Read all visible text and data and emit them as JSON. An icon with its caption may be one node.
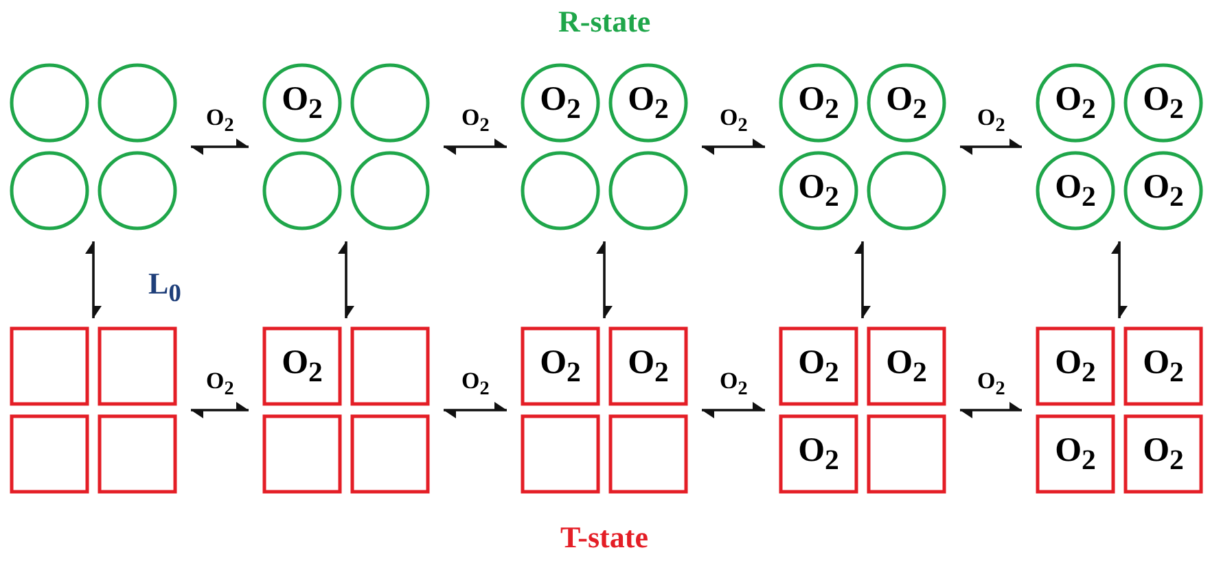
{
  "diagram": {
    "nodes": [
      {
        "text": [],
        "shape": "group"
      },
      {
        "text": [],
        "shape": "circle",
        "in": 0
      },
      {
        "text": [],
        "shape": "circle",
        "in": 0
      },
      {
        "text": [],
        "shape": "circle",
        "in": 0
      },
      {
        "text": [],
        "shape": "circle",
        "in": 0
      },
      {
        "text": [],
        "shape": "group"
      },
      {
        "text": [
          "O$_{2}$"
        ],
        "in": 5
      },
      {
        "text": [],
        "shape": "circle",
        "in": 5
      },
      {
        "text": [],
        "shape": "circle",
        "in": 5
      },
      {
        "text": [],
        "shape": "circle",
        "in": 5
      },
      {
        "text": [],
        "shape": "group"
      },
      {
        "text": [
          "O$_{2}$"
        ],
        "in": 10
      },
      {
        "text": [
          "O$_{2}$"
        ],
        "in": 10
      },
      {
        "text": [],
        "shape": "circle",
        "in": 10
      },
      {
        "text": [],
        "shape": "circle",
        "in": 10
      },
      {
        "text": [],
        "shape": "group"
      },
      {
        "text": [
          "O$_{2}$"
        ],
        "in": 15
      },
      {
        "text": [
          "O$_{2}$"
        ],
        "in": 15
      },
      {
        "text": [
          "O$_{2}$"
        ],
        "in": 15
      },
      {
        "text": [],
        "shape": "circle",
        "in": 15
      },
      {
        "text": [],
        "shape": "group"
      },
      {
        "text": [
          "O$_{2}$"
        ],
        "in": 20
      },
      {
        "text": [
          "O$_{2}$"
        ],
        "in": 20
      },
      {
        "text": [
          "O$_{2}$"
        ],
        "in": 20
      },
      {
        "text": [
          "O$_{2}$"
        ],
        "in": 20
      },
      {
        "text": [],
        "shape": "group"
      },
      {
        "text": [],
        "shape": "box",
        "in": 25
      },
      {
        "text": [],
        "shape": "box",
        "in": 25
      },
      {
        "text": [],
        "shape": "box",
        "in": 25
      },
      {
        "text": [],
        "shape": "box",
        "in": 25
      },
      {
        "text": [],
        "shape": "group"
      },
      {
        "text": [
          "O$_{2}$"
        ],
        "in": 30
      },
      {
        "text": [],
        "shape": "box",
        "in": 30
      },
      {
        "text": [],
        "shape": "box",
        "in": 30
      },
      {
        "text": [],
        "shape": "box",
        "in": 30
      },
      {
        "text": [],
        "shape": "group"
      },
      {
        "text": [
          "O$_{2}$"
        ],
        "in": 35
      },
      {
        "text": [
          "O$_{2}$"
        ],
        "in": 35
      },
      {
        "text": [],
        "shape": "box",
        "in": 35
      },
      {
        "text": [],
        "shape": "box",
        "in": 35
      },
      {
        "text": [],
        "shape": "group"
      },
      {
        "text": [
          "O$_{2}$"
        ],
        "in": 40
      },
      {
        "text": [
          "O$_{2}$"
        ],
        "in": 40
      },
      {
        "text": [
          "O$_{2}$"
        ],
        "in": 40
      },
      {
        "text": [],
        "shape": "box",
        "in": 40
      },
      {
        "text": [],
        "shape": "group"
      },
      {
        "text": [
          "O$_{2}$"
        ],
        "in": 45
      },
      {
        "text": [
          "O$_{2}$"
        ],
        "in": 45
      },
      {
        "text": [
          "O$_{2}$"
        ],
        "in": 45
      },
      {
        "text": [
          "O$_{2}$"
        ],
        "in": 45
      }
    ],
    "edges": [
      {
        "from": 0,
        "to": 5,
        "arrow": "both",
        "label": "O$_{2}$"
      },
      {
        "from": 5,
        "to": 10,
        "arrow": "both",
        "label": "O$_{2}$"
      },
      {
        "from": 10,
        "to": 15,
        "arrow": "both",
        "label": "O$_{2}$"
      },
      {
        "from": 15,
        "to": 20,
        "arrow": "both",
        "label": "O$_{2}$"
      },
      {
        "from": 0,
        "to": 25,
        "arrow": "both",
        "label": "L$_{0}$"
      },
      {
        "from": 5,
        "to": 30,
        "arrow": "both"
      },
      {
        "from": 10,
        "to": 35,
        "arrow": "both"
      },
      {
        "from": 15,
        "to": 40,
        "arrow": "both"
      },
      {
        "from": 20,
        "to": 45,
        "arrow": "both"
      },
      {
        "from": 25,
        "to": 30,
        "arrow": "both",
        "label": "O$_{2}$"
      },
      {
        "from": 30,
        "to": 35,
        "arrow": "both",
        "label": "O$_{2}$"
      },
      {
        "from": 35,
        "to": 40,
        "arrow": "both",
        "label": "O$_{2}$"
      },
      {
        "from": 40,
        "to": 45,
        "arrow": "both",
        "label": "O$_{2}$"
      }
    ],
    "labels": [
      "R-state",
      "T-state"
    ]
  }
}
